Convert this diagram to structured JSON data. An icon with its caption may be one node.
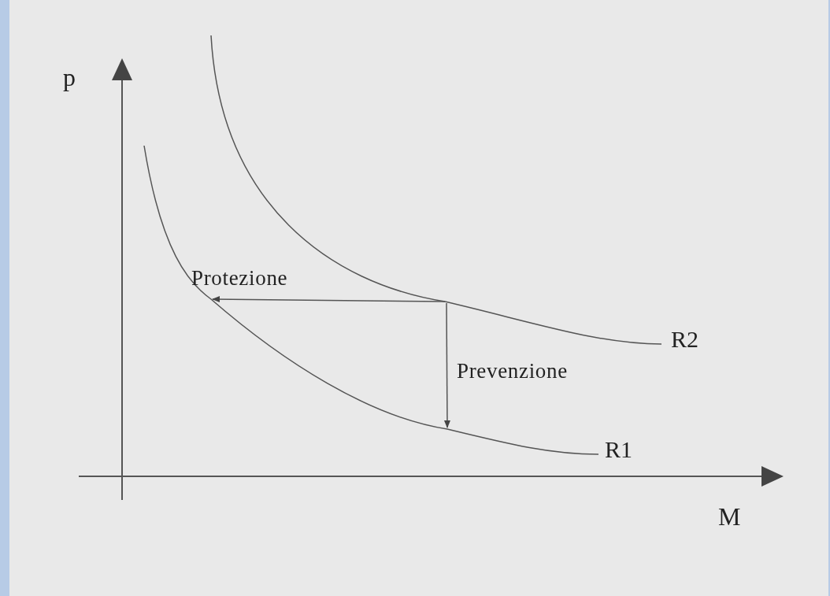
{
  "diagram": {
    "nodes": [
      {
        "text": [
          "R2"
        ]
      },
      {
        "text": [
          "R1"
        ]
      }
    ],
    "edges": [
      {
        "from": 0,
        "to": 1,
        "arrow": "to",
        "label": "Protezione"
      },
      {
        "from": 0,
        "to": 1,
        "arrow": "to",
        "label": "Prevenzione"
      }
    ],
    "labels": [
      "p",
      "M"
    ]
  }
}
